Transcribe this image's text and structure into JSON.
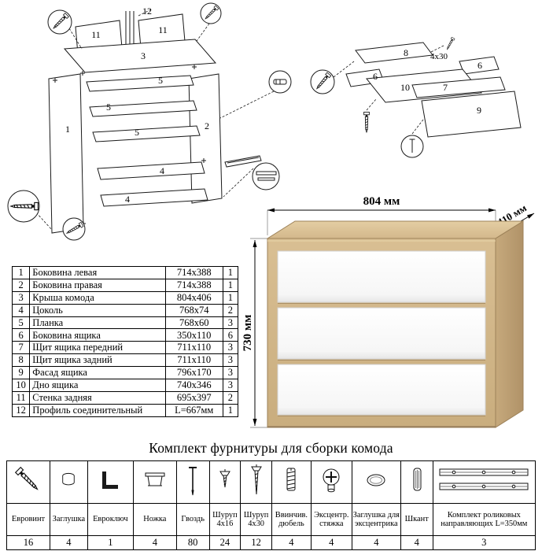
{
  "dresser": {
    "dim_width": "804 мм",
    "dim_depth": "410 мм",
    "dim_height": "730 мм"
  },
  "left_diagram": {
    "labels": {
      "p12": "12",
      "p11a": "11",
      "p11b": "11",
      "p3": "3",
      "p5a": "5",
      "p5b": "5",
      "p5c": "5",
      "p1": "1",
      "p2": "2",
      "p4a": "4",
      "p4b": "4"
    }
  },
  "right_diagram": {
    "labels": {
      "screws": "4х30",
      "p8": "8",
      "p6a": "6",
      "p6b": "6",
      "p10": "10",
      "p7": "7",
      "p9": "9"
    }
  },
  "parts_table": {
    "rows": [
      {
        "num": "1",
        "name": "Боковина левая",
        "size": "714х388",
        "qty": "1"
      },
      {
        "num": "2",
        "name": "Боковина правая",
        "size": "714х388",
        "qty": "1"
      },
      {
        "num": "3",
        "name": "Крыша комода",
        "size": "804х406",
        "qty": "1"
      },
      {
        "num": "4",
        "name": "Цоколь",
        "size": "768х74",
        "qty": "2"
      },
      {
        "num": "5",
        "name": "Планка",
        "size": "768х60",
        "qty": "3"
      },
      {
        "num": "6",
        "name": "Боковина ящика",
        "size": "350х110",
        "qty": "6"
      },
      {
        "num": "7",
        "name": "Щит ящика передний",
        "size": "711х110",
        "qty": "3"
      },
      {
        "num": "8",
        "name": "Щит ящика задний",
        "size": "711х110",
        "qty": "3"
      },
      {
        "num": "9",
        "name": "Фасад ящика",
        "size": "796х170",
        "qty": "3"
      },
      {
        "num": "10",
        "name": "Дно ящика",
        "size": "740х346",
        "qty": "3"
      },
      {
        "num": "11",
        "name": "Стенка задняя",
        "size": "695х397",
        "qty": "2"
      },
      {
        "num": "12",
        "name": "Профиль соединительный",
        "size": "L=667мм",
        "qty": "1"
      }
    ]
  },
  "hardware": {
    "title": "Комплект фурнитуры для сборки комода",
    "items": [
      {
        "name": "Евровинт",
        "qty": "16",
        "icon": "euroscrew-icon"
      },
      {
        "name": "Заглушка",
        "qty": "4",
        "icon": "plug-icon"
      },
      {
        "name": "Евроключ",
        "qty": "1",
        "icon": "hexkey-icon"
      },
      {
        "name": "Ножка",
        "qty": "4",
        "icon": "leg-icon"
      },
      {
        "name": "Гвоздь",
        "qty": "80",
        "icon": "nail-icon"
      },
      {
        "name": "Шуруп 4х16",
        "qty": "24",
        "icon": "screw-small-icon"
      },
      {
        "name": "Шуруп 4х30",
        "qty": "12",
        "icon": "screw-large-icon"
      },
      {
        "name": "Ввинчив. дюбель",
        "qty": "4",
        "icon": "screw-in-dowel-icon"
      },
      {
        "name": "Эксцентр. стяжка",
        "qty": "4",
        "icon": "cam-lock-icon"
      },
      {
        "name": "Заглушка для эксцентрика",
        "qty": "4",
        "icon": "cam-cap-icon"
      },
      {
        "name": "Шкант",
        "qty": "4",
        "icon": "wood-dowel-icon"
      },
      {
        "name": "Комплект роликовых направляющих L=350мм",
        "qty": "3",
        "icon": "roller-guides-icon"
      }
    ]
  }
}
